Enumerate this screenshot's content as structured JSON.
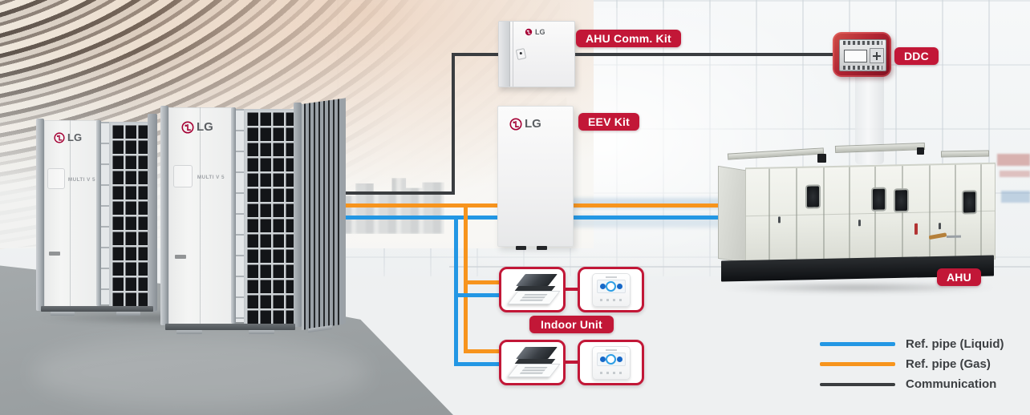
{
  "diagram": {
    "badges": {
      "ahu_comm_kit": "AHU Comm. Kit",
      "eev_kit": "EEV Kit",
      "ddc": "DDC",
      "indoor_unit": "Indoor Unit",
      "ahu": "AHU"
    },
    "brand": {
      "logo": "LG",
      "outdoor_model": "MULTI V 5"
    },
    "legend": {
      "items": [
        {
          "label": "Ref. pipe (Liquid)",
          "color": "#2397e4"
        },
        {
          "label": "Ref. pipe (Gas)",
          "color": "#f7941d"
        },
        {
          "label": "Communication",
          "color": "#3a3d40"
        }
      ]
    },
    "colors": {
      "badge_red": "#c21737",
      "lg_red": "#a50034",
      "liquid_blue": "#2397e4",
      "gas_orange": "#f7941d",
      "communication": "#3a3d40",
      "connector_red": "#c21737"
    },
    "figures": [
      "LG Multi V outdoor units (2)",
      "AHU communication kit control box",
      "EEV kit box",
      "DDC controller",
      "Ceiling cassette indoor units (2)",
      "Wired remote controllers (2)",
      "Air handling unit (AHU)"
    ],
    "connections": [
      {
        "from": "Outdoor units",
        "to": "AHU Comm. Kit",
        "type": "Communication"
      },
      {
        "from": "AHU Comm. Kit",
        "to": "DDC",
        "type": "Communication"
      },
      {
        "from": "Outdoor units",
        "to": "EEV Kit",
        "type": "Ref. pipe (Liquid) / Ref. pipe (Gas)"
      },
      {
        "from": "EEV Kit",
        "to": "AHU",
        "type": "Ref. pipe (Liquid) / Ref. pipe (Gas)"
      },
      {
        "from": "Outdoor units",
        "to": "Indoor Units",
        "type": "Ref. pipe (Liquid) / Ref. pipe (Gas)"
      }
    ]
  }
}
